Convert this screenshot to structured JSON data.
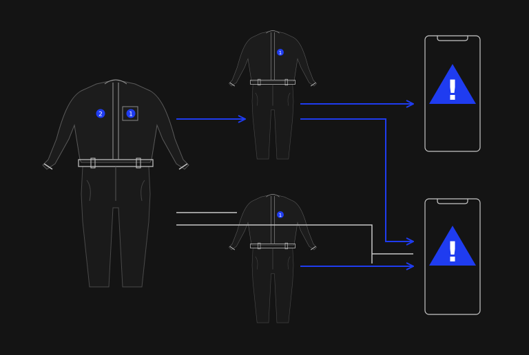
{
  "colors": {
    "background": "#141414",
    "accent": "#1f3cf0",
    "outline": "#c8c8c8",
    "suit_fill": "#1c1c1c",
    "label_text": "#ffffff"
  },
  "suits": [
    {
      "id": "large",
      "markers": [
        "2",
        "1"
      ]
    },
    {
      "id": "top",
      "markers": [
        "1"
      ]
    },
    {
      "id": "bottom",
      "markers": [
        "1"
      ]
    }
  ],
  "phones": [
    {
      "id": "top",
      "alert_icon": "warning-triangle-icon",
      "alert_glyph": "!"
    },
    {
      "id": "bottom",
      "alert_icon": "warning-triangle-icon",
      "alert_glyph": "!"
    }
  ]
}
